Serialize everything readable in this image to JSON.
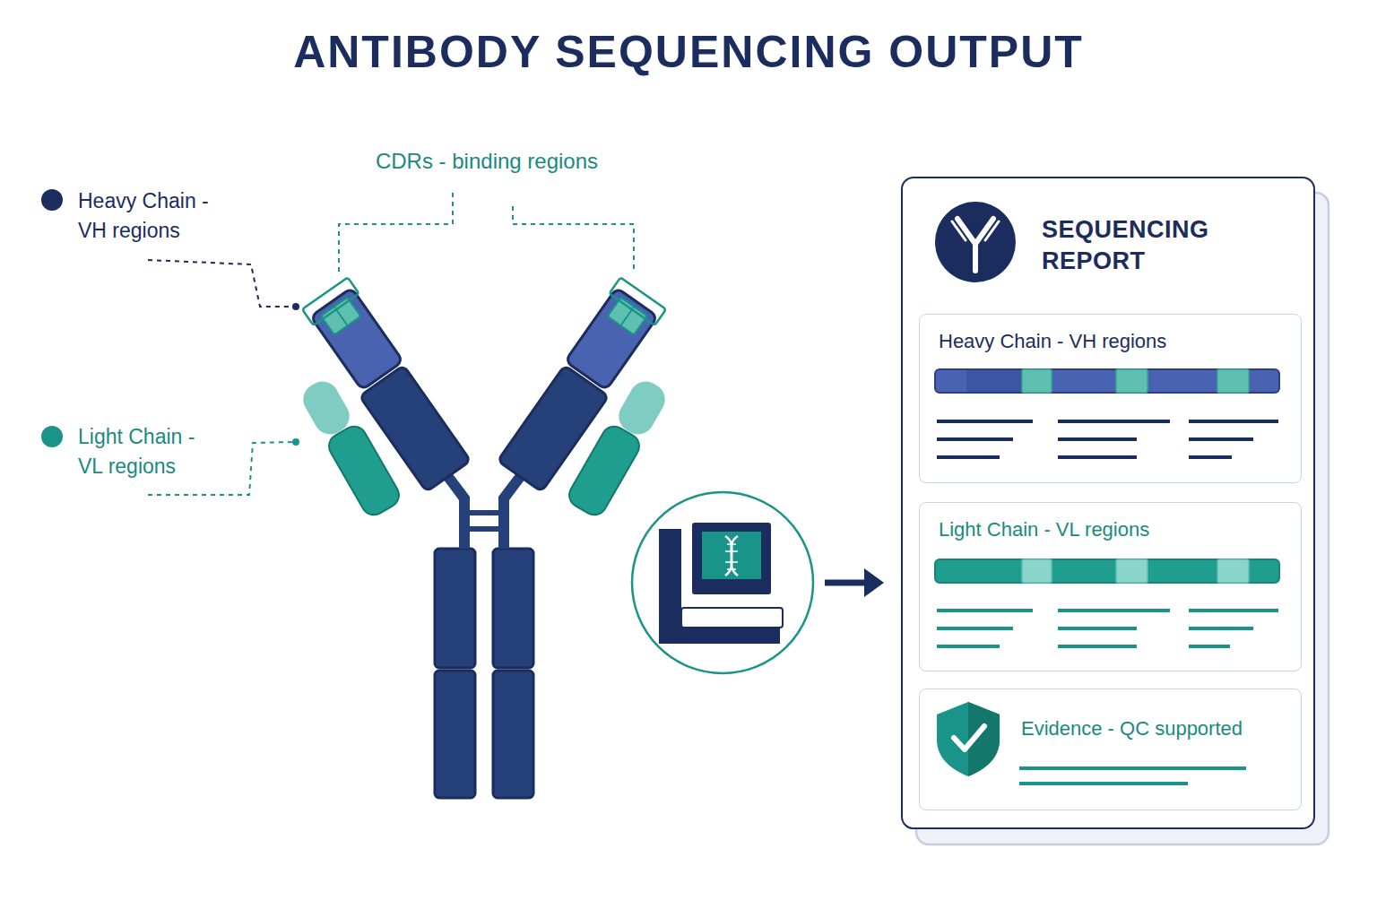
{
  "diagram": {
    "title": "ANTIBODY SEQUENCING OUTPUT",
    "nodes": [
      {
        "text": [
          "SEQUENCING REPORT"
        ]
      },
      {
        "text": [
          "Heavy Chain - VH regions"
        ],
        "in": 0
      },
      {
        "text": [
          "Light Chain - VL regions"
        ],
        "in": 0
      },
      {
        "text": [
          "Evidence - QC supported"
        ],
        "in": 0
      }
    ],
    "labels": [
      "CDRs - binding regions",
      "Heavy Chain - VH regions",
      "Light Chain - VL regions"
    ]
  }
}
